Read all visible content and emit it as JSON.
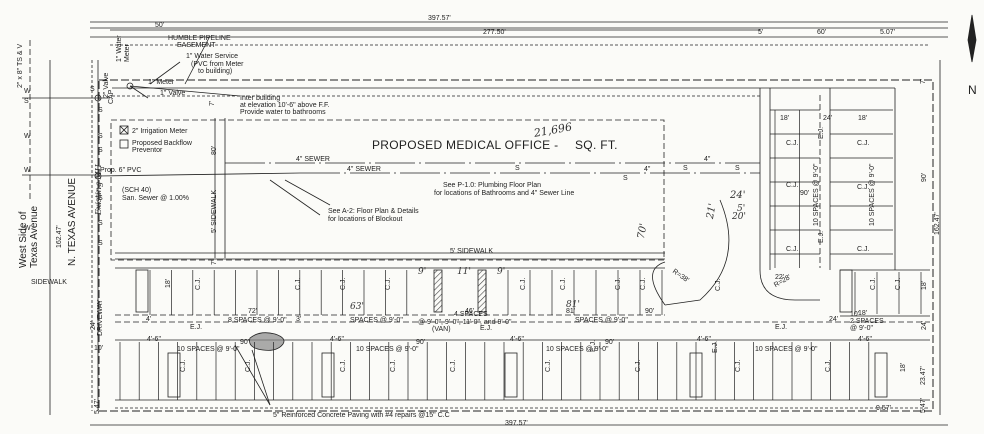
{
  "dimensions": {
    "top_total": "397.57'",
    "bottom_total": "397.57'",
    "top_main": "277.50'",
    "top_5a": "5'",
    "top_60": "60'",
    "top_507": "5.07'",
    "top_50": "50'",
    "left_total": "162.47'",
    "right_total": "162.47'",
    "right_90": "90'",
    "right_7": "7'",
    "right_18": "18'",
    "right_24": "24'",
    "right_18b": "18'",
    "right_2347": "23.47'",
    "right_547": "5.47'",
    "left_547": "5.47'",
    "left_24": "24'",
    "left_10": "10'",
    "left_18": "18'",
    "left_7": "7'",
    "bottom_957": "9.57'",
    "building_80": "80'",
    "building_7": "7'",
    "n_18": "18'",
    "n_24": "24'",
    "n_18b": "18'",
    "r_22": "22'",
    "e_90": "90'",
    "s1_72": "72'",
    "s1_3": "3'",
    "s1_4": "4'",
    "s4_46": "46'",
    "s3_90": "90'",
    "s3_81": "81'",
    "b1_90": "90'",
    "b2_90": "90'",
    "b3_90": "90'",
    "b1_446": "4'-6\"",
    "b2_446": "4'-6\"",
    "b3_446": "4'-6\"",
    "b4_446": "4'-6\"",
    "b5_446": "4'-6\"",
    "s2_10": "10'"
  },
  "labels": {
    "humble": "HUMBLE PIPELINE",
    "easement": "EASEMENT",
    "water_service": "1\" Water Service",
    "water_service2": "(PVC from Meter",
    "water_service3": "to building)",
    "water_meter": "1\" Water",
    "water_meter2": "Meter",
    "meter": "1\" Meter",
    "valve": "1\" Valve",
    "valve2": "2\" Valve",
    "cap": "CAP",
    "inter": "Inter building",
    "inter2": "at elevation 10'-6\" above F.F.",
    "inter3": "Provide water to bathrooms",
    "irrigation": "2\" Irrigation Meter",
    "backflow": "Proposed Backflow",
    "backflow2": "Preventor",
    "prop_pvc": "Prop. 6\" PVC",
    "sch40": "(SCH 40)",
    "san_sewer": "San. Sewer @ 1.00%",
    "sewer_a": "4\" SEWER",
    "sewer_b": "4\" SEWER",
    "sewer_c": "4\"",
    "sewer_d": "4\"",
    "plumbing": "See P-1.0: Plumbing Floor Plan",
    "plumbing2": "for locations of Bathrooms and 4\" Sewer Line",
    "floorplan": "See A-2: Floor Plan & Details",
    "floorplan2": "for locations of Blockout",
    "proposed": "PROPOSED MEDICAL OFFICE -",
    "sqft": "SQ. FT.",
    "sqft_hand": "21,696",
    "sidewalk_5_v": "5' SIDEWALK",
    "sidewalk_5_h": "5' SIDEWALK",
    "sidewalk": "SIDEWALK",
    "west_side": "West Side of",
    "texas": "Texas Avenue",
    "n_texas": "N. TEXAS AVENUE",
    "ts_v": "2\" x 8\" TS & V",
    "existing_mh": "Existing MH",
    "driveway": "DRIVEWAY",
    "paving": "5\" Reinforced Concrete Paving with #4 repairs @15\" C.C",
    "spaces_8": "8 SPACES @ 9'-0\"",
    "spaces_7": "SPACES @ 9'-0\"",
    "spaces_4": "4 SPACES",
    "spaces_4b": "@ 9'-0\", 9'-0\", 11'-0\", and 9'-0\"",
    "van": "(VAN)",
    "spaces_9": "SPACES @ 9'-0\"",
    "spaces_10a": "10 SPACES @ 9'-0\"",
    "spaces_10b": "10 SPACES @ 9'-0\"",
    "spaces_10c": "10 SPACES @ 9'-0\"",
    "spaces_10d": "10 SPACES @ 9'-0\"",
    "spaces_10e": "10 SPACES @ 9'-0\"",
    "spaces_10f": "10 SPACES @ 9'-0\"",
    "spaces_2": "2 SPACES",
    "spaces_2b": "@ 9'-0\"",
    "radius": "R=38'",
    "radius2": "R=28'",
    "north": "N",
    "ej": "E.J.",
    "cj": "C.J.",
    "letter_s": "S",
    "letter_w": "W"
  },
  "handwriting": {
    "h_63": "63'",
    "h_81": "81'",
    "h_70": "70'",
    "h_24": "24'",
    "h_21": "21'",
    "h_20": "20'",
    "h_5": "5'",
    "h_9": "9'",
    "h_11": "11'",
    "h_9b": "9'"
  },
  "colors": {
    "ink": "#222222",
    "paper": "#fbfbf8",
    "hatch": "#555555"
  }
}
